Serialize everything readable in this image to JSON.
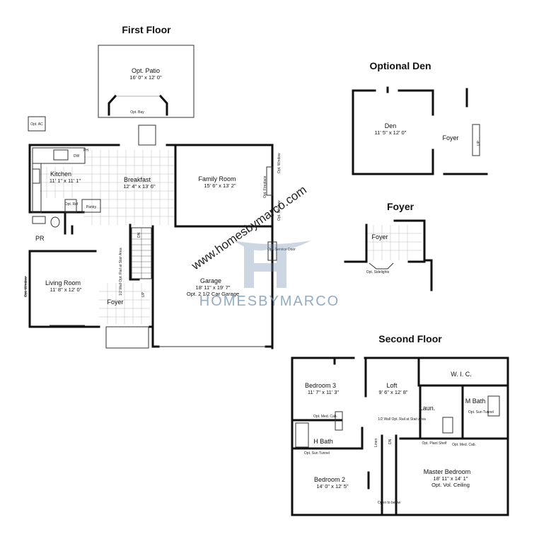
{
  "titles": {
    "first_floor": "First Floor",
    "optional_den": "Optional Den",
    "foyer": "Foyer",
    "second_floor": "Second Floor"
  },
  "first_floor": {
    "opt_patio": {
      "name": "Opt. Patio",
      "dims": "16' 0\" x 12' 0\""
    },
    "opt_bay": "Opt. Bay",
    "opt_ac": "Opt. AC",
    "kitchen": {
      "name": "Kitchen",
      "dims": "11' 1\" x 11' 1\""
    },
    "breakfast": {
      "name": "Breakfast",
      "dims": "12' 4\" x 13' 6\""
    },
    "family_room": {
      "name": "Family Room",
      "dims": "15' 6\" x 13' 2\""
    },
    "living_room": {
      "name": "Living Room",
      "dims": "11' 8\" x 12' 0\""
    },
    "garage": {
      "name": "Garage",
      "dims": "18' 11\" x 19' 7\"",
      "note": "Opt. 2 1/2 Car Garage"
    },
    "foyer": "Foyer",
    "pr": "PR",
    "pantry": "Pantry",
    "opt_ref": "Opt. Ref",
    "dw": "DW",
    "ph": "PH",
    "opt_window": "Opt. Window",
    "opt_fireplace": "Opt. Fireplace",
    "opt_service_door": "Opt. Service Door",
    "half_wall": "1/2 Wall Opt. Rail at Stair Area",
    "dn": "DN",
    "up": "UP"
  },
  "optional_den": {
    "den": {
      "name": "Den",
      "dims": "11' 5\" x 12' 0\""
    },
    "foyer": "Foyer",
    "up": "UP"
  },
  "foyer_option": {
    "foyer": "Foyer",
    "opt_sidelights": "Opt. Sidelights"
  },
  "second_floor": {
    "bedroom3": {
      "name": "Bedroom 3",
      "dims": "11' 7\" x 11' 3\""
    },
    "loft": {
      "name": "Loft",
      "dims": "9' 6\" x 12' 8\""
    },
    "wic": "W. I. C.",
    "laun": "Laun.",
    "m_bath": "M Bath",
    "h_bath": "H Bath",
    "bedroom2": {
      "name": "Bedroom 2",
      "dims": "14' 0\" x 12' 5\""
    },
    "master": {
      "name": "Master Bedroom",
      "dims": "18' 11\" x 14' 1\"",
      "note": "Opt. Vol. Ceiling"
    },
    "opt_med_cab": "Opt. Med. Cab.",
    "opt_sun_tunnel": "Opt. Sun Tunnel",
    "opt_plant_shelf": "Opt. Plant Shelf",
    "half_wall": "1/2 Wall Opt. Rail at Stair Area",
    "open_to_below": "Open to below",
    "dn": "DN",
    "linen": "Linen"
  },
  "watermark": {
    "url": "www.homesbymarco.com",
    "brand": "HOMESBYMARCO"
  }
}
